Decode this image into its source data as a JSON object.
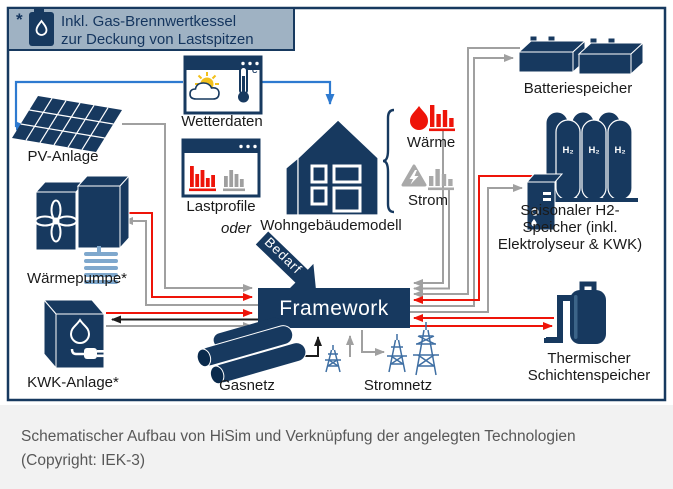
{
  "header_note": {
    "asterisk": "*",
    "line1": "Inkl. Gas-Brennwertkessel",
    "line2": "zur Deckung von Lastspitzen"
  },
  "labels": {
    "wetterdaten": "Wetterdaten",
    "pv": "PV-Anlage",
    "lastprofile": "Lastprofile",
    "oder": "oder",
    "wohngebaeudemodell": "Wohngebäudemodell",
    "waerme": "Wärme",
    "strom": "Strom",
    "batteriespeicher": "Batteriespeicher",
    "h2_line1": "Saisonaler H2-",
    "h2_line2": "Speicher (inkl.",
    "h2_line3": "Elektrolyseur & KWK)",
    "waermepumpe": "Wärmepumpe*",
    "kwk": "KWK-Anlage*",
    "framework": "Framework",
    "bedarf": "Bedarf",
    "gasnetz": "Gasnetz",
    "stromnetz": "Stromnetz",
    "thermisch_line1": "Thermischer",
    "thermisch_line2": "Schichtenspeicher",
    "h2_tank": "H₂",
    "celsius": "°C"
  },
  "caption": {
    "line1": "Schematischer Aufbau von HiSim und Verknüpfung der angelegten Technologien",
    "line2": "(Copyright: IEK-3)"
  },
  "colors": {
    "navy": "#17395f",
    "red": "#ee1409",
    "gray": "#a0a0a0",
    "black": "#1c1c1c",
    "blue": "#2e7ad0",
    "steel_blue": "#3f6fa3",
    "header_bg": "#9fb2c3",
    "caption_bg": "#f2f2f2",
    "sun_yellow": "#f2c01c",
    "coil_blue": "#7fa8cd"
  }
}
